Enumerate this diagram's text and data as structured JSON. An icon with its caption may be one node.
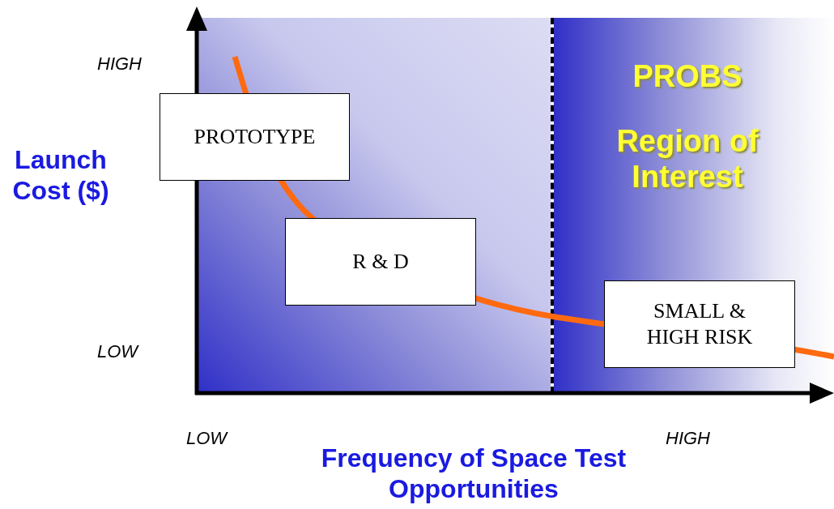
{
  "diagram": {
    "nodes": [
      {
        "text": [
          "PROTOTYPE"
        ]
      },
      {
        "text": [
          "R & D"
        ]
      },
      {
        "text": [
          "PROBS",
          "Region of Interest"
        ]
      },
      {
        "text": [
          "SMALL & HIGH RISK"
        ],
        "in": 2
      }
    ],
    "labels": [
      "HIGH",
      "Launch Cost ($)",
      "LOW",
      "LOW",
      "HIGH",
      "Frequency of Space Test Opportunities"
    ]
  }
}
